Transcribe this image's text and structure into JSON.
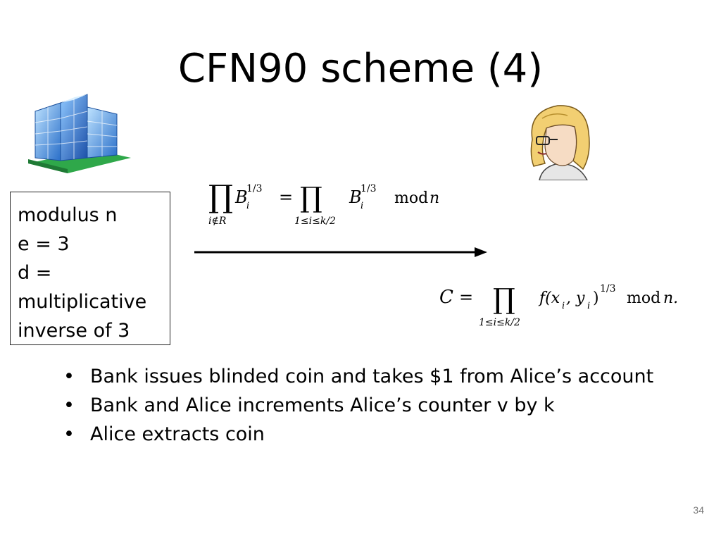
{
  "slide": {
    "title": "CFN90 scheme (4)",
    "page_number": "34"
  },
  "key_box": {
    "lines": [
      "modulus n",
      "e = 3",
      "d =",
      "multiplicative",
      "inverse of 3"
    ]
  },
  "formula_1": {
    "left_product_sub": "i∉R",
    "base": "B",
    "base_sub": "i",
    "exponent": "1/3",
    "equals": "=",
    "right_product_sub": "1≤i≤k/2",
    "mod": "mod",
    "modulus": "n"
  },
  "formula_2": {
    "lhs": "C",
    "equals": "=",
    "product_sub": "1≤i≤k/2",
    "term": "f(x",
    "x_sub": "i",
    "mid": ", y",
    "y_sub": "i",
    "close": ")",
    "exponent": "1/3",
    "mod": "mod",
    "modulus": "n."
  },
  "bullets": [
    "Bank issues blinded coin and takes $1 from Alice’s account",
    "Bank and Alice increments Alice’s counter v by k",
    "Alice extracts coin"
  ],
  "bullet_glyph": "•",
  "icons": {
    "bank": "bank-building-icon",
    "alice": "alice-avatar-icon",
    "arrow": "right-arrow-icon"
  }
}
